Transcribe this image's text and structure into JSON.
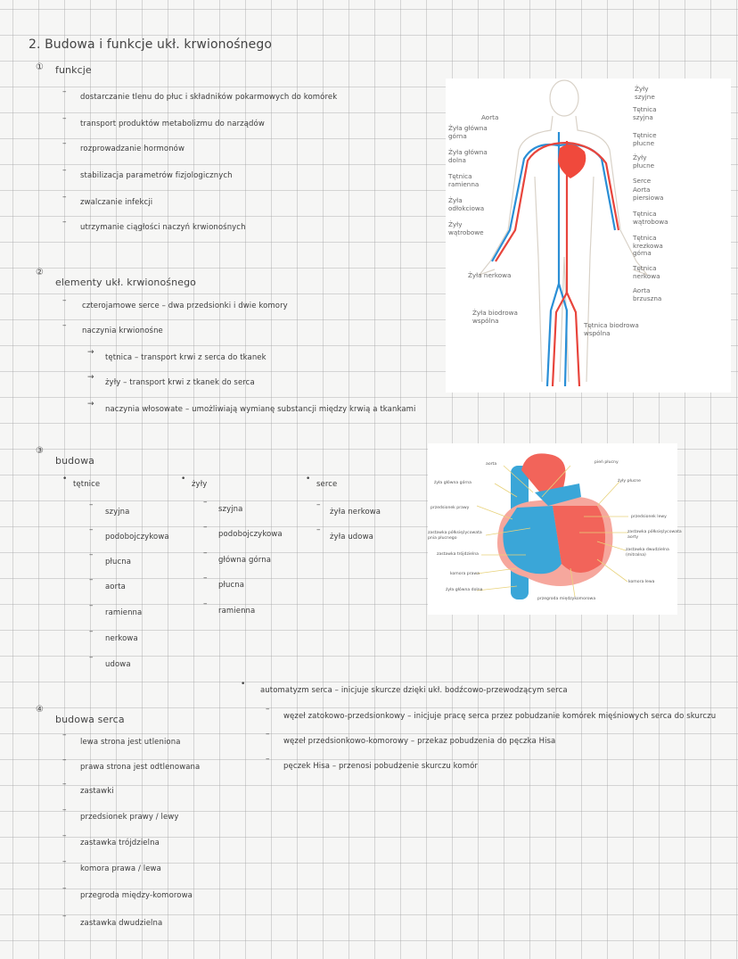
{
  "title": "2. Budowa i funkcje ukł. krwionośnego",
  "sections": [
    {
      "number": "①",
      "heading": "funkcje",
      "items": [
        "dostarczanie tlenu do płuc i składników pokarmowych do komórek",
        "transport produktów metabolizmu do narządów",
        "rozprowadzanie hormonów",
        "stabilizacja parametrów fizjologicznych",
        "zwalczanie infekcji",
        "utrzymanie ciągłości naczyń krwionośnych"
      ]
    },
    {
      "number": "②",
      "heading": "elementy ukł. krwionośnego",
      "items": [
        "czterojamowe serce – dwa przedsionki i dwie komory",
        "naczynia krwionośne"
      ],
      "subitems": [
        "tętnica – transport krwi z serca do tkanek",
        "żyły – transport krwi z tkanek do serca",
        "naczynia włosowate – umożliwiają wymianę substancji między krwią a tkankami"
      ]
    },
    {
      "number": "③",
      "heading": "budowa",
      "columns": [
        {
          "title": "tętnice",
          "items": [
            "szyjna",
            "podobojczykowa",
            "płucna",
            "aorta",
            "ramienna",
            "nerkowa",
            "udowa"
          ]
        },
        {
          "title": "żyły",
          "items": [
            "szyjna",
            "podobojczykowa",
            "główna górna",
            "płucna",
            "ramienna"
          ]
        },
        {
          "title": "serce",
          "items": [
            "żyła nerkowa",
            "żyła udowa"
          ]
        }
      ]
    },
    {
      "number": "④",
      "heading": "budowa serca",
      "items": [
        "lewa strona jest utleniona",
        "prawa strona jest odtlenowana",
        "zastawki",
        "przedsionek prawy / lewy",
        "zastawka trójdzielna",
        "komora prawa / lewa",
        "przegroda między-komorowa",
        "zastawka dwudzielna"
      ]
    }
  ],
  "automatyzm": {
    "lead": "automatyzm serca – inicjuje skurcze dzięki ukł. bodźcowo-przewodzącym serca",
    "items": [
      "węzeł zatokowo-przedsionkowy – inicjuje pracę serca przez pobudzanie komórek mięśniowych serca do skurczu",
      "węzeł przedsionkowo-komorowy – przekaz pobudzenia do pęczka Hisa",
      "pęczek Hisa – przenosi pobudzenie skurczu komór"
    ]
  },
  "body_diagram": {
    "left_labels": [
      "Aorta",
      "Żyła główna\ngórna",
      "Żyła główna\ndolna",
      "Tętnica\nramienna",
      "Żyła\nodłokciowa",
      "Żyły\nwątrobowe",
      "Żyła nerkowa",
      "Żyła biodrowa\nwspólna"
    ],
    "right_labels": [
      "Żyły\nszyjne",
      "Tętnica\nszyjna",
      "Tętnice\npłucne",
      "Żyły\npłucne",
      "Serce",
      "Aorta\npiersiowa",
      "Tętnica\nwątrobowa",
      "Tętnica\nkrezkowa\ngórna",
      "Tętnica\nnerkowa",
      "Aorta\nbrzuszna",
      "Tętnica biodrowa\nwspólna"
    ]
  },
  "heart_diagram": {
    "left_labels": [
      "aorta",
      "żyła główna górna",
      "przedsionek prawy",
      "zastawka półksiężycowata\npnia płucnego",
      "zastawka trójdzielna",
      "komora prawa",
      "żyła główna dolna"
    ],
    "right_labels": [
      "pień płucny",
      "żyły płucne",
      "przedsionek lewy",
      "zastawka półksiężycowata\naorty",
      "zastawka dwudzielna\n(mitralna)",
      "komora lewa",
      "przegroda międzykomorowa"
    ]
  },
  "colors": {
    "artery": "#e8453c",
    "vein": "#2a8fd6",
    "heart_red": "#f2645a",
    "heart_blue": "#3aa6d8",
    "leader": "#e8d27a"
  }
}
